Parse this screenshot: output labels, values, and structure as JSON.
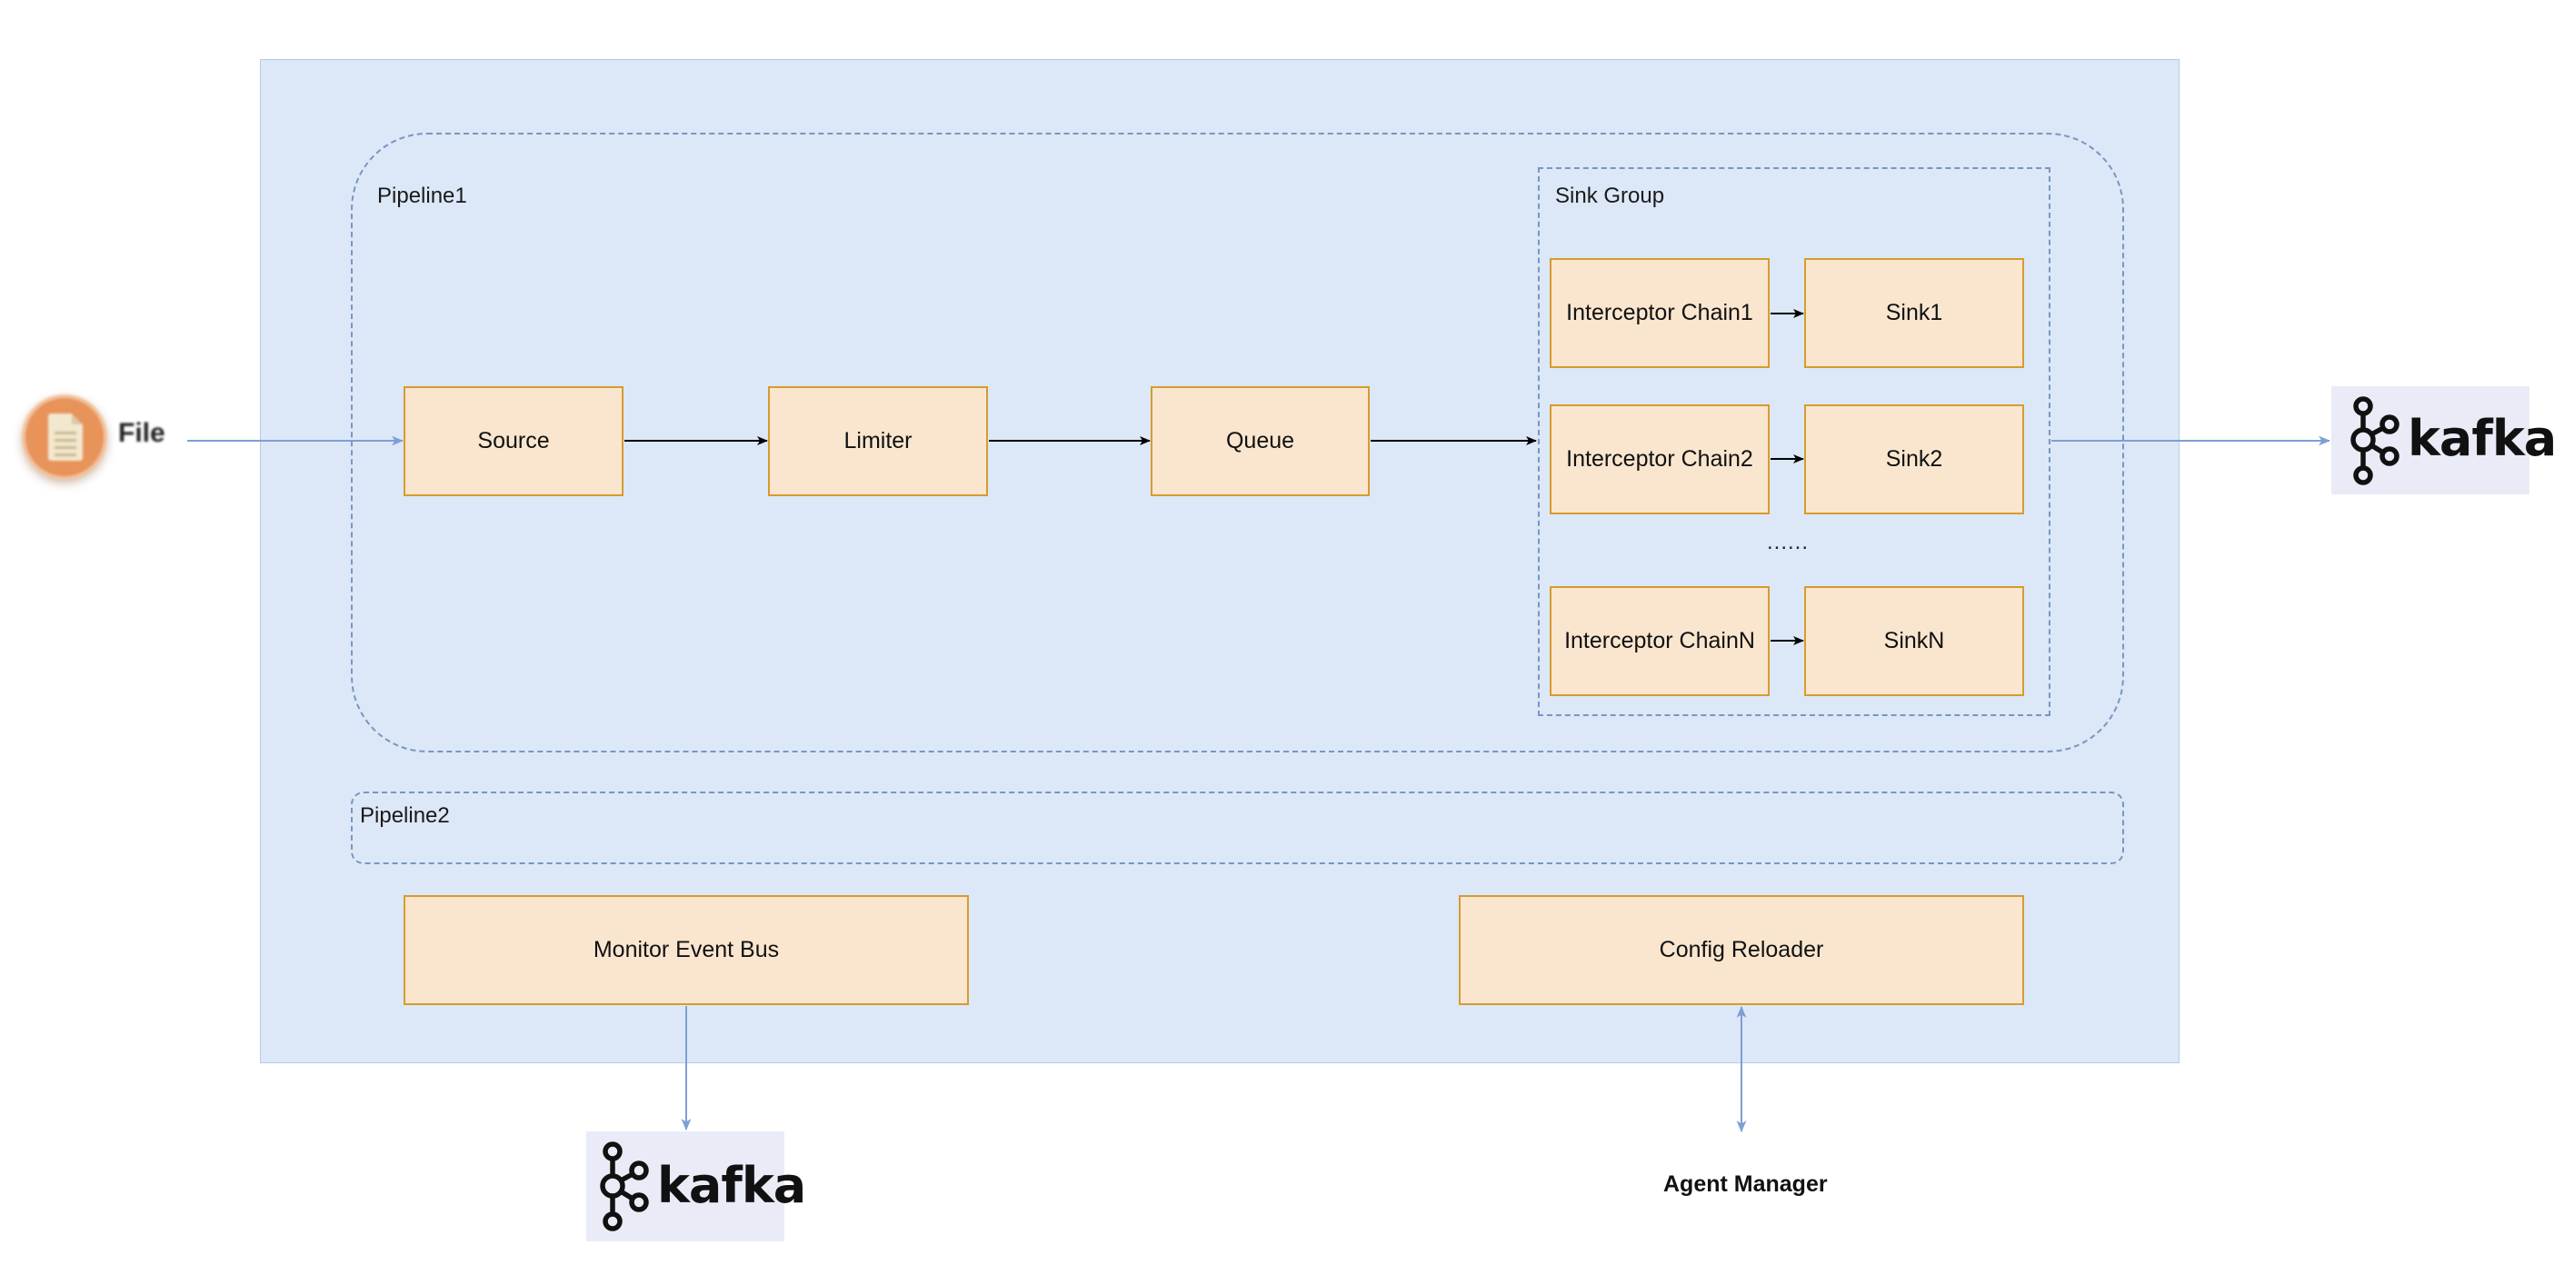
{
  "containers": {
    "pipeline1_label": "Pipeline1",
    "sink_group_label": "Sink Group",
    "pipeline2_label": "Pipeline2"
  },
  "nodes": {
    "source": "Source",
    "limiter": "Limiter",
    "queue": "Queue",
    "interceptor_chain_1": "Interceptor Chain1",
    "interceptor_chain_2": "Interceptor Chain2",
    "interceptor_chain_n": "Interceptor ChainN",
    "sink_1": "Sink1",
    "sink_2": "Sink2",
    "sink_n": "SinkN",
    "ellipsis": "......",
    "monitor_event_bus": "Monitor Event Bus",
    "config_reloader": "Config Reloader"
  },
  "external": {
    "file_label": "File",
    "kafka_output_label": "kafka",
    "kafka_monitor_label": "kafka",
    "agent_manager_label": "Agent Manager"
  },
  "colors": {
    "agent_fill": "#dce8f7",
    "node_fill": "#fae6cf",
    "node_border": "#d79b2e",
    "dashed_border": "#7a95c2",
    "external_edge": "#7e9fd4",
    "internal_edge": "#000000",
    "file_icon": "#e8935a"
  },
  "icons": {
    "file": "file-document-icon",
    "kafka": "kafka-logo-icon"
  }
}
